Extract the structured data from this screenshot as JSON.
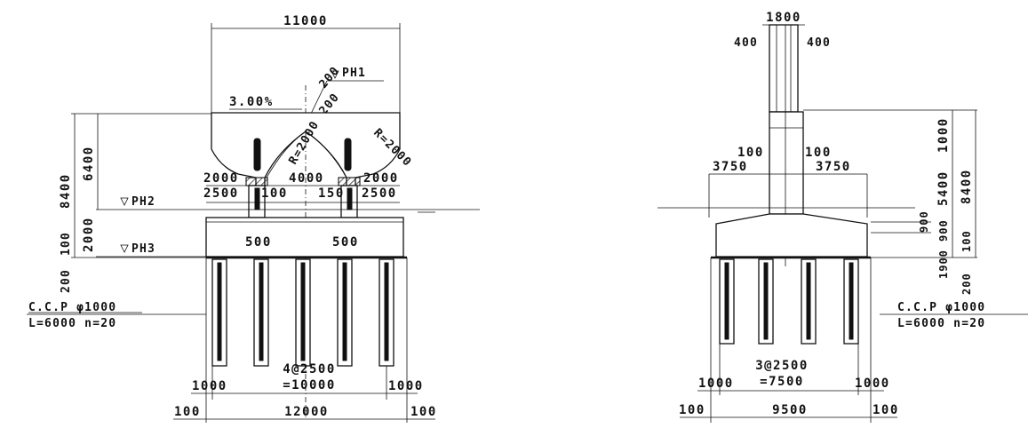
{
  "left_view": {
    "top_width": "11000",
    "slope": "3.00%",
    "ph1": "PH1",
    "ph2": "PH2",
    "ph3": "PH3",
    "radius_left": "R=2000",
    "radius_right": "R=2000",
    "dim_200_a": "200",
    "dim_200_b": "200",
    "bearing_row_left": "2000",
    "bearing_row_mid": "4000",
    "bearing_row_right": "2000",
    "row2_a": "2500",
    "row2_b": "100",
    "row2_c": "150",
    "row2_d": "2500",
    "cap_left": "500",
    "cap_right": "500",
    "height_total": "8400",
    "height_pier": "6400",
    "height_cap": "2000",
    "height_bot": "100",
    "height_bot2": "200",
    "pile_spec": "C.C.P φ1000",
    "pile_len": "L=6000  n=20",
    "pile_spacing": "4@2500",
    "pile_spacing_total": "=10000",
    "edge_left": "1000",
    "edge_right": "1000",
    "footing_width": "12000",
    "outer_left": "100",
    "outer_right": "100"
  },
  "right_view": {
    "top_width": "1800",
    "top_left": "400",
    "top_right": "400",
    "top_mid": "1000",
    "stem_left": "100",
    "stem_right": "100",
    "wing_left": "3750",
    "wing_right": "3750",
    "height_top": "1000",
    "height_mid": "5400",
    "height_total": "8400",
    "height_a": "900",
    "height_b": "900",
    "height_c": "100",
    "height_d": "1900",
    "height_e": "200",
    "pile_spec": "C.C.P φ1000",
    "pile_len": "L=6000  n=20",
    "pile_spacing": "3@2500",
    "pile_spacing_total": "=7500",
    "edge_left": "1000",
    "edge_right": "1000",
    "footing_width": "9500",
    "outer_left": "100",
    "outer_right": "100"
  }
}
